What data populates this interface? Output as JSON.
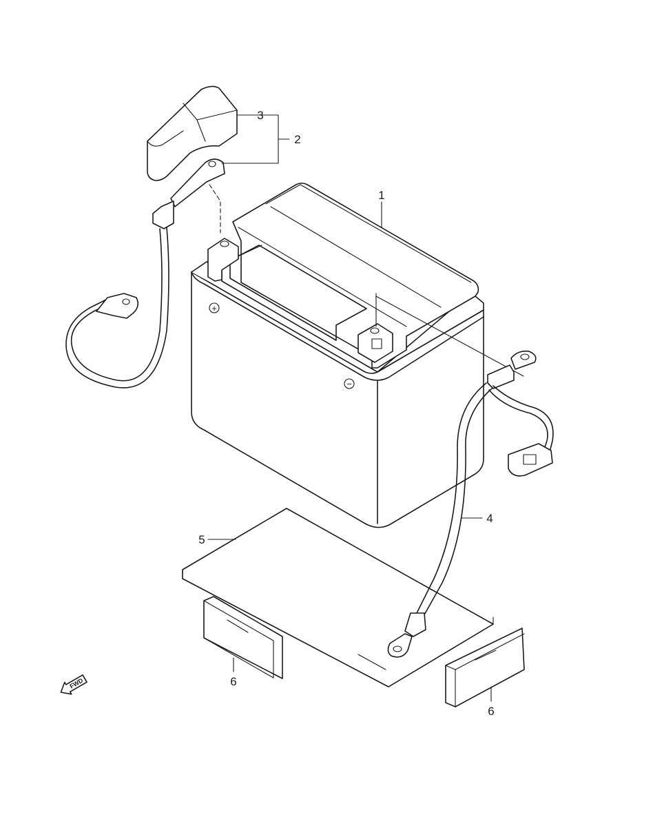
{
  "diagram": {
    "callouts": [
      {
        "id": "1",
        "label": "1"
      },
      {
        "id": "2",
        "label": "2"
      },
      {
        "id": "3",
        "label": "3"
      },
      {
        "id": "4",
        "label": "4"
      },
      {
        "id": "5",
        "label": "5"
      },
      {
        "id": "6a",
        "label": "6"
      },
      {
        "id": "6b",
        "label": "6"
      }
    ],
    "terminals": {
      "positive": "+",
      "negative": "−"
    },
    "direction_badge": {
      "label": "FWD"
    }
  }
}
